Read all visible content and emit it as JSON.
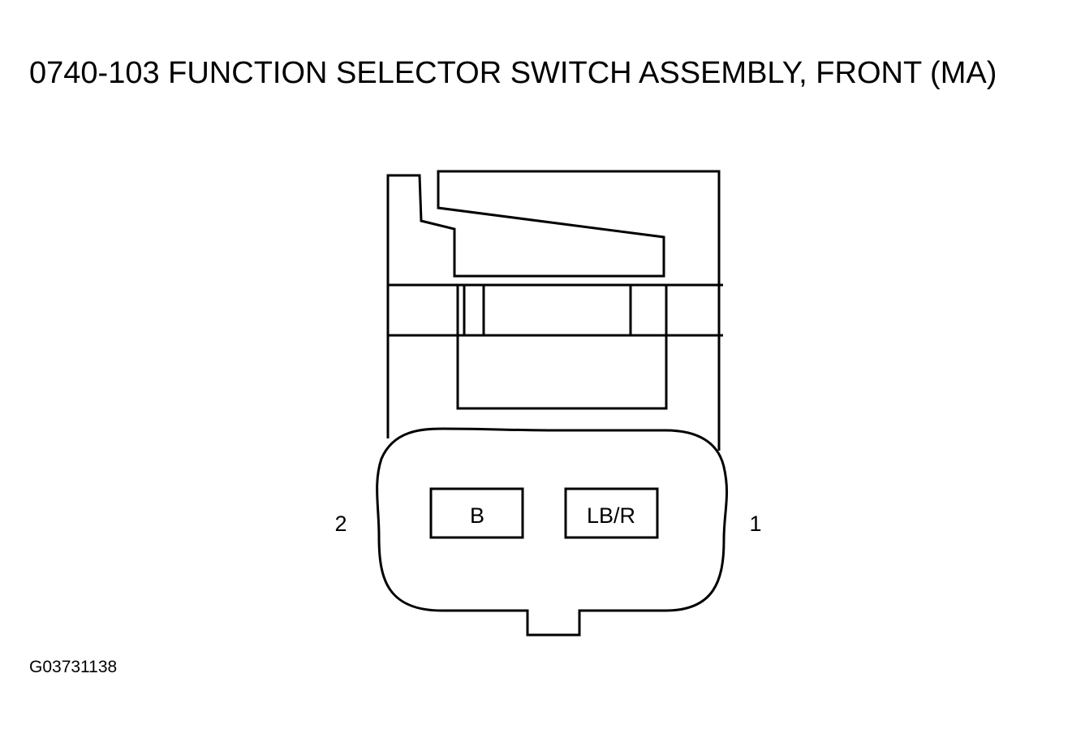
{
  "title": "0740-103 FUNCTION SELECTOR SWITCH ASSEMBLY, FRONT (MA)",
  "figure_id": "G03731138",
  "connector": {
    "pins": [
      {
        "number": "2",
        "wire_color": "B"
      },
      {
        "number": "1",
        "wire_color": "LB/R"
      }
    ]
  },
  "colors": {
    "line": "#000000",
    "background": "#ffffff"
  }
}
